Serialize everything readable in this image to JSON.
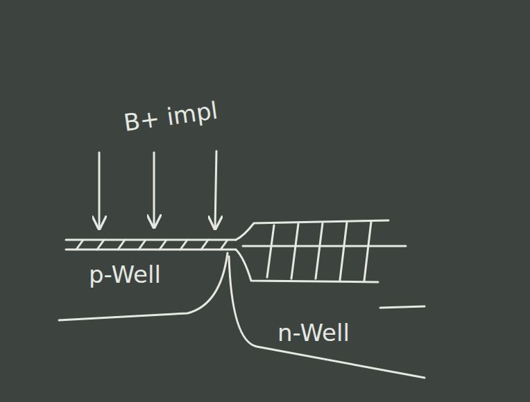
{
  "diagram": {
    "labels": [
      "B+ impl",
      "p-Well",
      "n-Well"
    ]
  }
}
